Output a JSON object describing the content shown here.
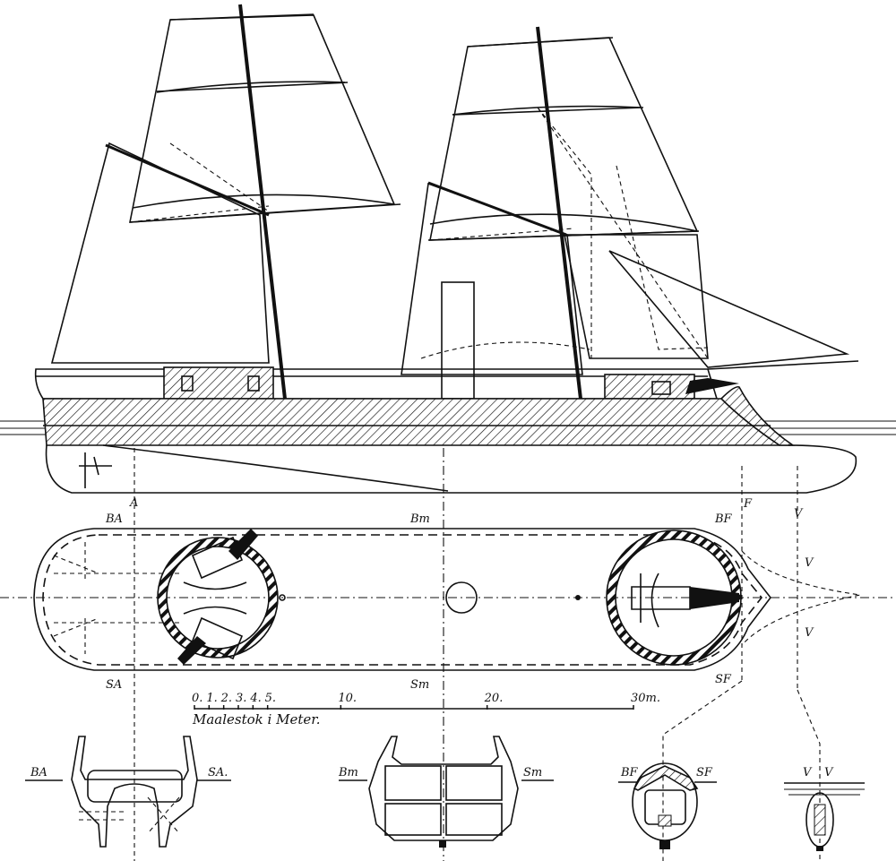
{
  "side_view": {
    "marker_A": "A",
    "marker_F": "F",
    "marker_V": "V"
  },
  "plan_view": {
    "stern_port": "BA",
    "mid_port": "Bm",
    "bow_port": "BF",
    "stern_starboard": "SA",
    "mid_starboard": "Sm",
    "bow_starboard": "SF",
    "v_top": "V",
    "v_bottom": "V"
  },
  "scale": {
    "ticks": [
      "0.",
      "1.",
      "2.",
      "3.",
      "4.",
      "5.",
      "10.",
      "20.",
      "30m."
    ],
    "tick_values_m": [
      0,
      1,
      2,
      3,
      4,
      5,
      10,
      20,
      30
    ],
    "caption": "Maalestok i Meter."
  },
  "sections": [
    {
      "left": "BA",
      "right": "SA."
    },
    {
      "left": "Bm",
      "right": "Sm"
    },
    {
      "left": "BF",
      "right": "SF"
    },
    {
      "left": "V",
      "right": "V"
    }
  ]
}
